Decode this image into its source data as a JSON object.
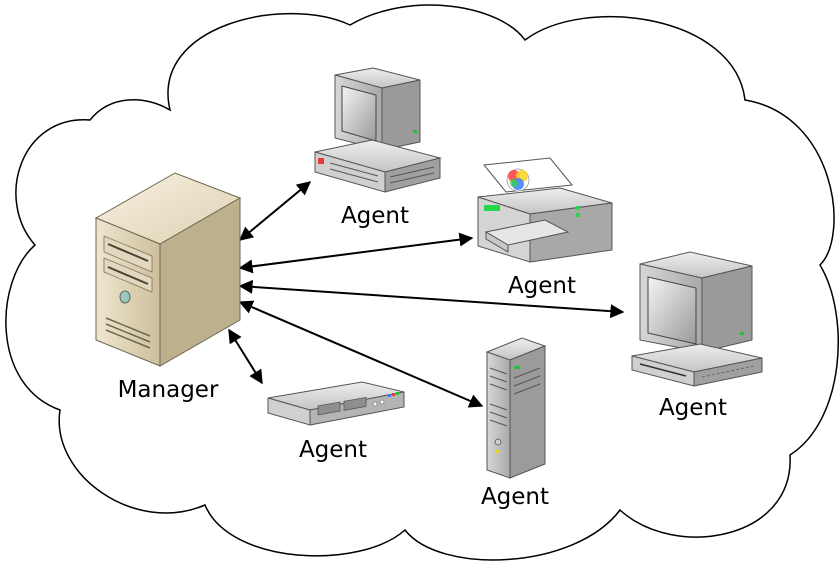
{
  "manager": {
    "label": "Manager"
  },
  "agents": [
    {
      "device": "desktop-computer",
      "label": "Agent"
    },
    {
      "device": "printer",
      "label": "Agent"
    },
    {
      "device": "workstation",
      "label": "Agent"
    },
    {
      "device": "tower-server",
      "label": "Agent"
    },
    {
      "device": "network-switch",
      "label": "Agent"
    }
  ]
}
